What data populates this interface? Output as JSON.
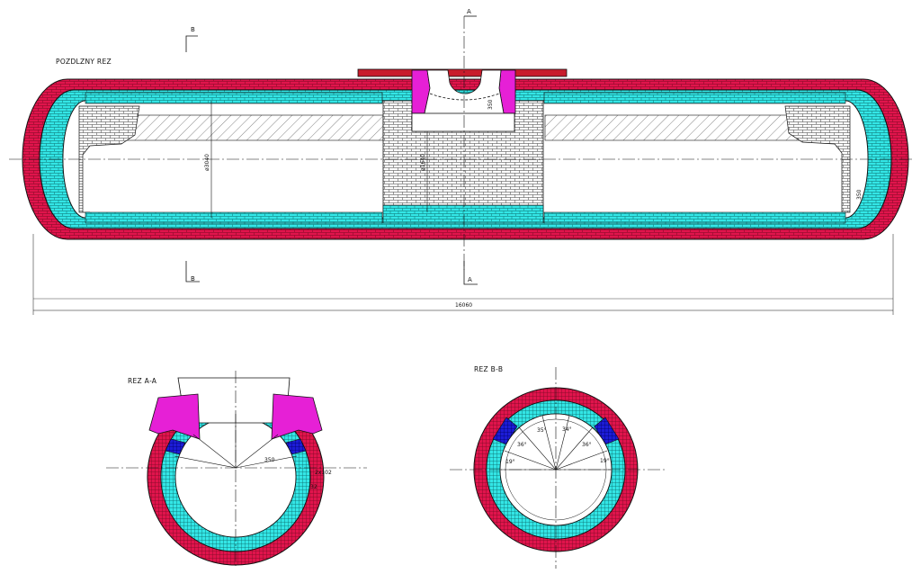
{
  "section_labels": {
    "longitudinal": "POZDLZNY REZ",
    "section_a": "REZ A-A",
    "section_b": "REZ B-B"
  },
  "cut_markers": {
    "a": "A",
    "b": "B"
  },
  "dimensions": {
    "overall_length": "16060",
    "inner_diameter": "ø3040",
    "port_diameter": "ø1640",
    "port_height": "350",
    "end_thickness": "350",
    "aa_thickness": "350",
    "aa_layers": "2x102",
    "aa_gap": "32"
  },
  "angles_bb": [
    "19°",
    "36°",
    "35°",
    "34°",
    "36°",
    "19°"
  ],
  "colors": {
    "outer_lining": "#e0144c",
    "inner_lining": "#33e6e6",
    "tuyere_block": "#e620d6",
    "transition": "#1c1cd6",
    "shell_top": "#c81c2c",
    "line": "#111111"
  }
}
